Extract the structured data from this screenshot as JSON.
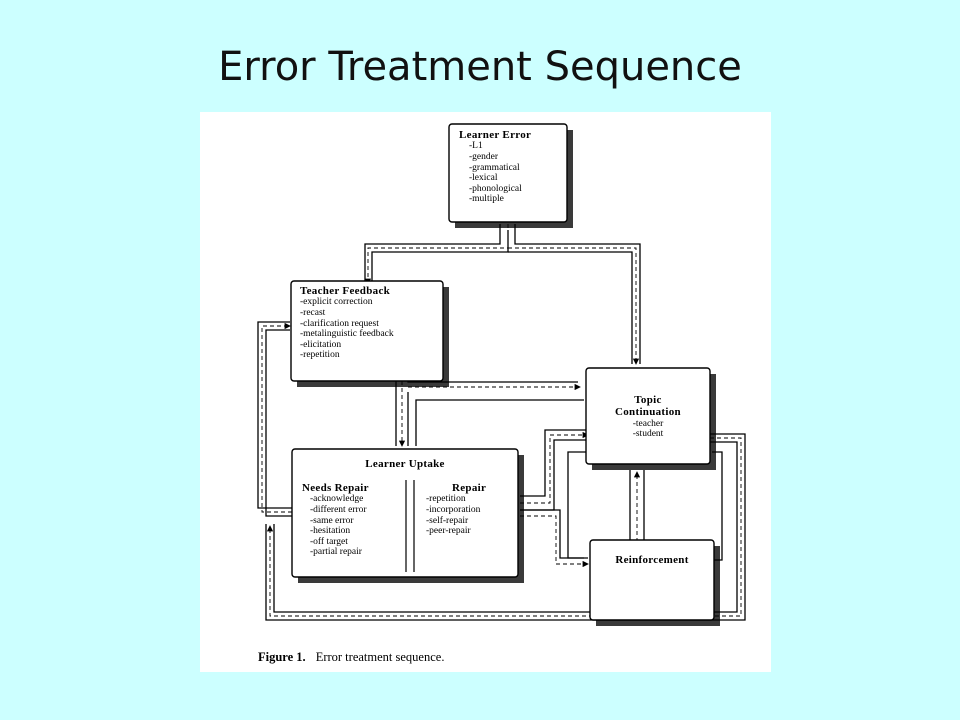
{
  "slide": {
    "title": "Error Treatment Sequence"
  },
  "figure": {
    "caption_label": "Figure 1.",
    "caption_text": "Error treatment sequence.",
    "learner_error": {
      "heading": "Learner Error",
      "items": [
        "-L1",
        "-gender",
        "-grammatical",
        "-lexical",
        "-phonological",
        "-multiple"
      ]
    },
    "teacher_feedback": {
      "heading": "Teacher Feedback",
      "items": [
        "-explicit correction",
        "-recast",
        "-clarification request",
        "-metalinguistic feedback",
        "-elicitation",
        "-repetition"
      ]
    },
    "topic_continuation": {
      "heading_1": "Topic",
      "heading_2": "Continuation",
      "items": [
        "-teacher",
        "-student"
      ]
    },
    "learner_uptake": {
      "heading": "Learner Uptake",
      "needs_repair": {
        "heading": "Needs Repair",
        "items": [
          "-acknowledge",
          "-different error",
          "-same error",
          "-hesitation",
          "-off target",
          "-partial repair"
        ]
      },
      "repair": {
        "heading": "Repair",
        "items": [
          "-repetition",
          "-incorporation",
          "-self-repair",
          "-peer-repair"
        ]
      }
    },
    "reinforcement": {
      "heading": "Reinforcement"
    }
  }
}
